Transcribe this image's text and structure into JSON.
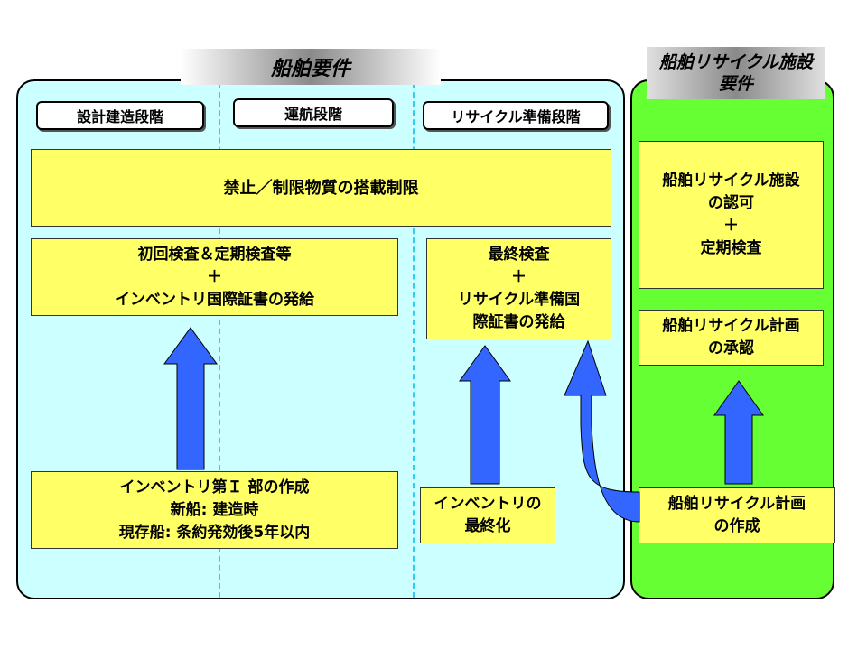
{
  "header_left": "船舶要件",
  "header_right": [
    "船舶リサイクル施設",
    "要件"
  ],
  "stages": [
    "設計建造段階",
    "運航段階",
    "リサイクル準備段階"
  ],
  "restriction": "禁止／制限物質の搭載制限",
  "initial_survey": [
    "初回検査＆定期検査等",
    "＋",
    "インベントリ国際証書の発給"
  ],
  "final_survey": [
    "最終検査",
    "＋",
    "リサイクル準備国",
    "際証書の発給"
  ],
  "facility_auth": [
    "船舶リサイクル施設",
    "の認可",
    "＋",
    "定期検査"
  ],
  "plan_approval": [
    "船舶リサイクル計画",
    "の承認"
  ],
  "inventory_part1": [
    "インベントリ第Ｉ 部の作成",
    "新船: 建造時",
    "現存船: 条約発効後5年以内"
  ],
  "inventory_final": [
    "インベントリの",
    "最終化"
  ],
  "plan_creation": [
    "船舶リサイクル計画",
    "の作成"
  ],
  "colors": {
    "ship_panel": "#ccffff",
    "facility_panel": "#66ff33",
    "requirement_box": "#ffff66",
    "arrow": "#3366ff",
    "stage_divider": "#33ccee"
  }
}
